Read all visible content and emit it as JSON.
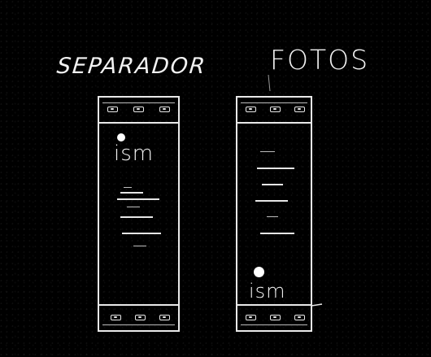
{
  "labels": {
    "left_title": "SEPARADOR",
    "right_title": "FOTOS"
  },
  "modules": [
    {
      "id": "separador",
      "logo": "ism",
      "terminals_top": 3,
      "terminals_bottom": 3
    },
    {
      "id": "fotos",
      "logo": "ism",
      "terminals_top": 3,
      "terminals_bottom": 3
    }
  ]
}
